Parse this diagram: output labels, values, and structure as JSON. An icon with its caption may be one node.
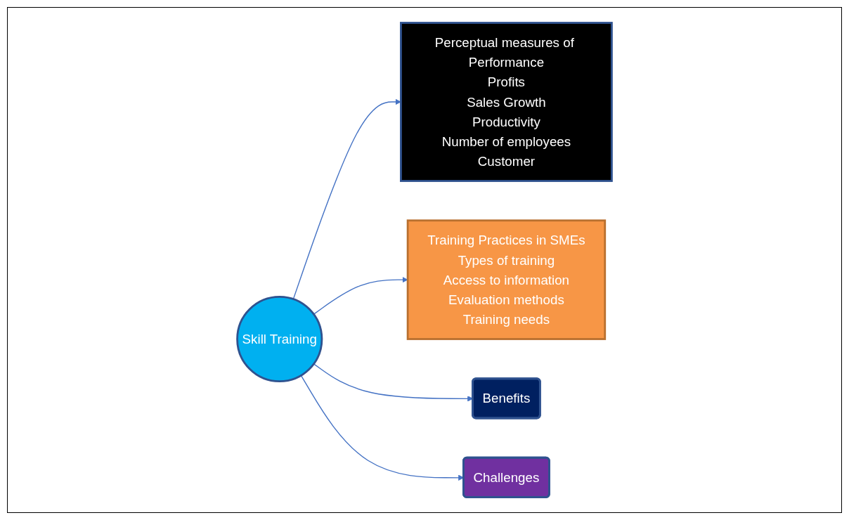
{
  "diagram": {
    "nodes": [
      {
        "text": [
          "Perceptual measures of Performance",
          "Profits",
          "Sales Growth",
          "Productivity",
          "Number of employees",
          "Customer"
        ]
      },
      {
        "text": [
          "Training Practices in SMEs",
          "Types of training",
          "Access to information",
          "Evaluation methods",
          "Training needs"
        ]
      },
      {
        "text": [
          "Skill Training"
        ]
      },
      {
        "text": [
          "Benefits"
        ]
      },
      {
        "text": [
          "Challenges"
        ]
      }
    ],
    "edges": [
      {
        "from": 2,
        "to": 0,
        "arrow": "to"
      },
      {
        "from": 2,
        "to": 1,
        "arrow": "to"
      },
      {
        "from": 2,
        "to": 3,
        "arrow": "to"
      },
      {
        "from": 2,
        "to": 4,
        "arrow": "to"
      }
    ]
  }
}
